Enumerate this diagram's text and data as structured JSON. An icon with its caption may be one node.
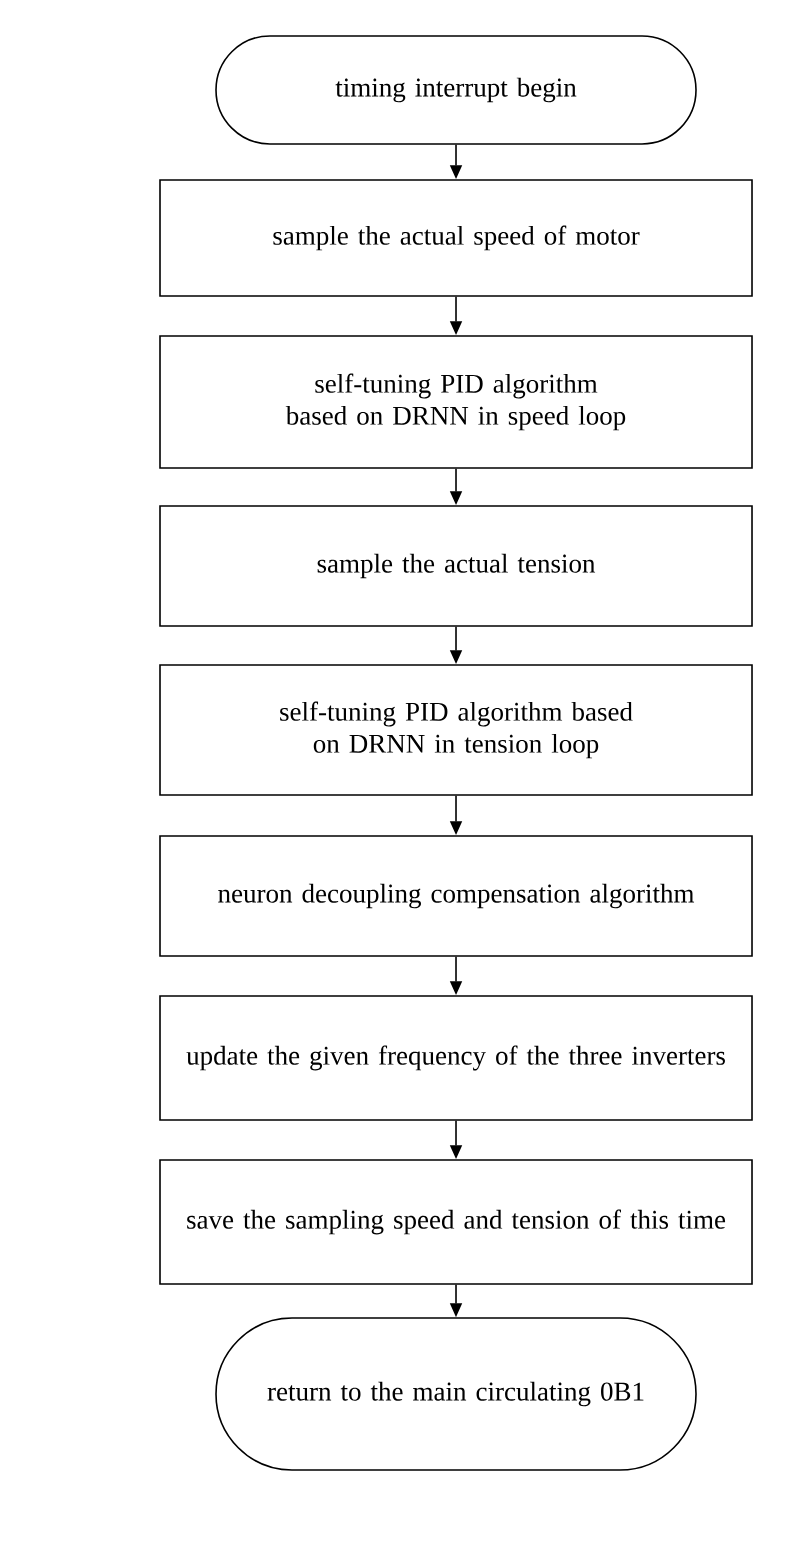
{
  "diagram": {
    "nodes": [
      {
        "text": [
          "timing interrupt begin"
        ]
      },
      {
        "text": [
          "sample the actual speed of motor"
        ]
      },
      {
        "text": [
          "self-tuning PID algorithm based on DRNN in speed loop"
        ]
      },
      {
        "text": [
          "sample the actual tension"
        ]
      },
      {
        "text": [
          "self-tuning PID algorithm based on DRNN in tension loop"
        ]
      },
      {
        "text": [
          "neuron decoupling compensation algorithm"
        ]
      },
      {
        "text": [
          "update the given frequency of the three inverters"
        ]
      },
      {
        "text": [
          "save the sampling speed and tension of this time"
        ]
      },
      {
        "text": [
          "return to the main circulating 0B1"
        ]
      }
    ],
    "edges": [
      {
        "from": 0,
        "to": 1,
        "arrow": "to"
      },
      {
        "from": 1,
        "to": 2,
        "arrow": "to"
      },
      {
        "from": 2,
        "to": 3,
        "arrow": "to"
      },
      {
        "from": 3,
        "to": 4,
        "arrow": "to"
      },
      {
        "from": 4,
        "to": 5,
        "arrow": "to"
      },
      {
        "from": 5,
        "to": 6,
        "arrow": "to"
      },
      {
        "from": 6,
        "to": 7,
        "arrow": "to"
      },
      {
        "from": 7,
        "to": 8,
        "arrow": "to"
      }
    ]
  }
}
